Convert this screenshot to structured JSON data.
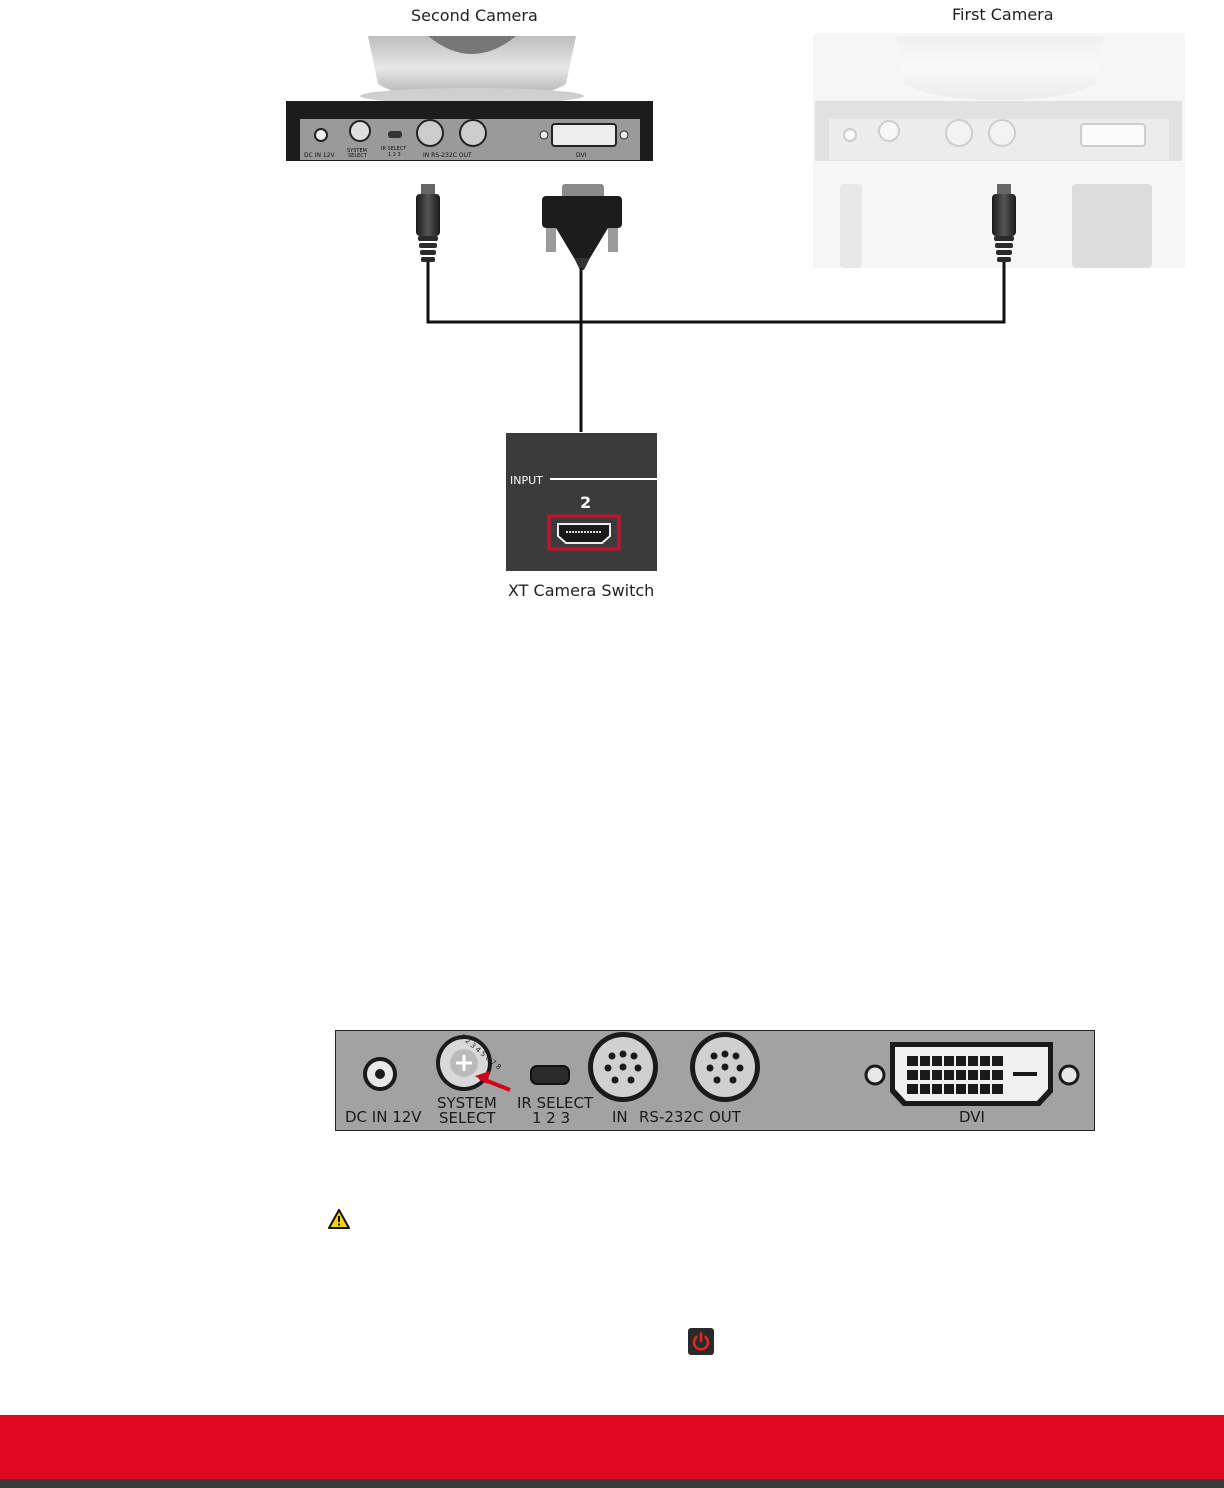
{
  "diagram": {
    "second_camera_label": "Second Camera",
    "first_camera_label": "First Camera",
    "switch_label": "XT Camera Switch",
    "switch_input_label": "INPUT",
    "switch_input_number": "2",
    "small_panel_labels": {
      "dc": "DC IN 12V",
      "system": "SYSTEM",
      "select": "SELECT",
      "ir": "IR SELECT",
      "ir_nums": "1 2 3",
      "rs": "IN  RS-232C  OUT",
      "dvi": "DVI"
    }
  },
  "panel": {
    "dc_label": "DC IN 12V",
    "system_label": "SYSTEM",
    "select_label": "SELECT",
    "ir_label": "IR SELECT",
    "ir_numbers": "1 2 3",
    "in_label": "IN",
    "rs_label": "RS-232C",
    "out_label": "OUT",
    "dvi_label": "DVI",
    "dial_numbers": "1 2 3 4 5 6 7 8"
  },
  "icons": {
    "warning": "warning-icon",
    "power": "power-icon"
  },
  "colors": {
    "brand_red": "#e2071f",
    "footer_dark": "#3a3a3a",
    "highlight_red": "#c8102e",
    "warning_yellow": "#f2d600"
  }
}
